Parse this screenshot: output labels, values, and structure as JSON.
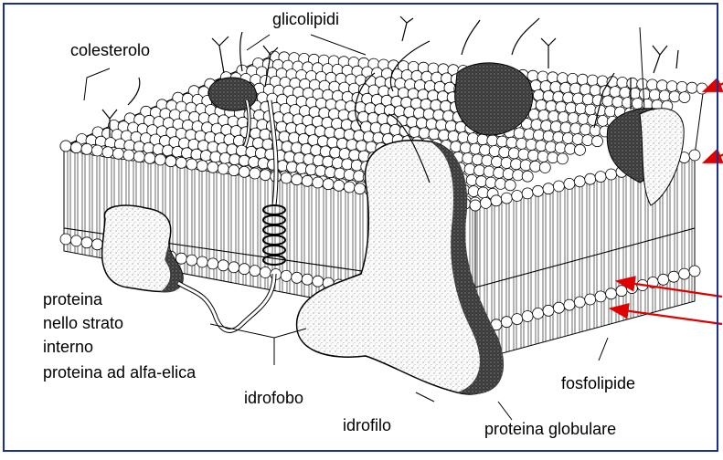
{
  "labels": {
    "glicolipidi": "glicolipidi",
    "colesterolo": "colesterolo",
    "proteina_interno_1": "proteina",
    "proteina_interno_2": "nello strato",
    "proteina_interno_3": "interno",
    "alfa_elica": "proteina ad alfa-elica",
    "idrofobo": "idrofobo",
    "idrofilo": "idrofilo",
    "globulare": "proteina globulare",
    "fosfolipide": "fosfolipide"
  },
  "colors": {
    "frame": "#1a2f8f",
    "arrow": "#e00000",
    "ink": "#000000"
  }
}
